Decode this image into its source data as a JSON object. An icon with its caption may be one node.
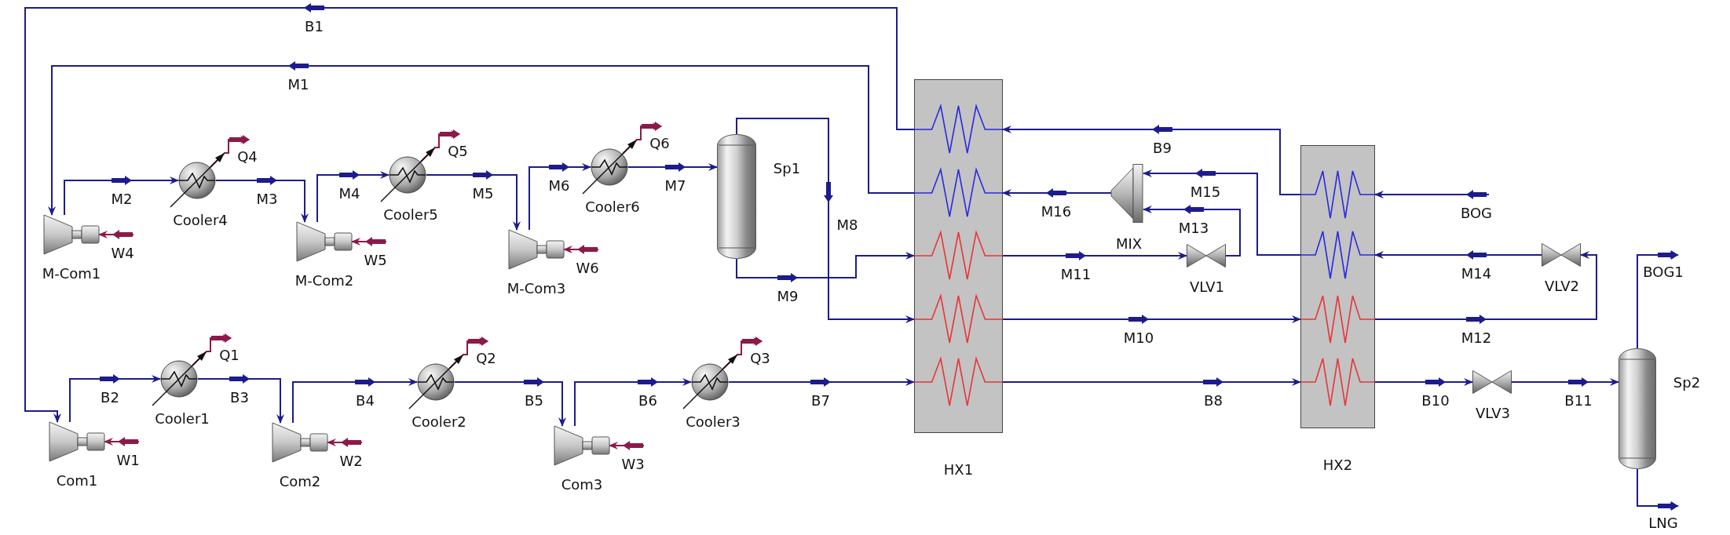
{
  "diagram": {
    "nodes": [
      {
        "text": [
          "M-Com1"
        ]
      },
      {
        "text": [
          "Cooler4"
        ]
      },
      {
        "text": [
          "M-Com2"
        ]
      },
      {
        "text": [
          "Cooler5"
        ]
      },
      {
        "text": [
          "M-Com3"
        ]
      },
      {
        "text": [
          "Cooler6"
        ]
      },
      {
        "text": [
          "Sp1"
        ]
      },
      {
        "text": [
          "HX1"
        ]
      },
      {
        "text": [
          "MIX"
        ]
      },
      {
        "text": [
          "VLV1"
        ]
      },
      {
        "text": [
          "HX2"
        ]
      },
      {
        "text": [
          "VLV2"
        ]
      },
      {
        "text": [
          "Sp2"
        ]
      },
      {
        "text": [
          "Com1"
        ]
      },
      {
        "text": [
          "Cooler1"
        ]
      },
      {
        "text": [
          "Com2"
        ]
      },
      {
        "text": [
          "Cooler2"
        ]
      },
      {
        "text": [
          "Com3"
        ]
      },
      {
        "text": [
          "Cooler3"
        ]
      },
      {
        "text": [
          "VLV3"
        ]
      }
    ],
    "edges": [
      {
        "from": 7,
        "to": 13,
        "arrow": "to",
        "label": "B1"
      },
      {
        "from": 7,
        "to": 0,
        "arrow": "to",
        "label": "M1"
      },
      {
        "from": 0,
        "to": 1,
        "arrow": "to",
        "label": "M2"
      },
      {
        "from": 1,
        "to": 2,
        "arrow": "to",
        "label": "M3"
      },
      {
        "from": 2,
        "to": 3,
        "arrow": "to",
        "label": "M4"
      },
      {
        "from": 3,
        "to": 4,
        "arrow": "to",
        "label": "M5"
      },
      {
        "from": 4,
        "to": 5,
        "arrow": "to",
        "label": "M6"
      },
      {
        "from": 5,
        "to": 6,
        "arrow": "to",
        "label": "M7"
      },
      {
        "from": 6,
        "to": 7,
        "arrow": "to",
        "label": "M8"
      },
      {
        "from": 6,
        "to": 7,
        "arrow": "to",
        "label": "M9"
      },
      {
        "from": 7,
        "to": 10,
        "arrow": "to",
        "label": "M10"
      },
      {
        "from": 7,
        "to": 9,
        "arrow": "to",
        "label": "M11"
      },
      {
        "from": 9,
        "to": 8,
        "arrow": "to",
        "label": "M13"
      },
      {
        "from": 10,
        "to": 8,
        "arrow": "to",
        "label": "M15"
      },
      {
        "from": 8,
        "to": 7,
        "arrow": "to",
        "label": "M16"
      },
      {
        "from": 10,
        "to": 7,
        "arrow": "to",
        "label": "B9"
      },
      {
        "from": null,
        "to": 10,
        "arrow": "to",
        "label": "BOG"
      },
      {
        "from": 11,
        "to": 10,
        "arrow": "to",
        "label": "M14"
      },
      {
        "from": 10,
        "to": 11,
        "arrow": "to",
        "label": "M12"
      },
      {
        "from": 13,
        "to": 14,
        "arrow": "to",
        "label": "B2"
      },
      {
        "from": 14,
        "to": 15,
        "arrow": "to",
        "label": "B3"
      },
      {
        "from": 15,
        "to": 16,
        "arrow": "to",
        "label": "B4"
      },
      {
        "from": 16,
        "to": 17,
        "arrow": "to",
        "label": "B5"
      },
      {
        "from": 17,
        "to": 18,
        "arrow": "to",
        "label": "B6"
      },
      {
        "from": 18,
        "to": 7,
        "arrow": "to",
        "label": "B7"
      },
      {
        "from": 7,
        "to": 10,
        "arrow": "to",
        "label": "B8"
      },
      {
        "from": 10,
        "to": 19,
        "arrow": "to",
        "label": "B10"
      },
      {
        "from": 19,
        "to": 12,
        "arrow": "to",
        "label": "B11"
      },
      {
        "from": 12,
        "to": null,
        "arrow": "to",
        "label": "BOG1"
      },
      {
        "from": 12,
        "to": null,
        "arrow": "to",
        "label": "LNG"
      },
      {
        "from": null,
        "to": 0,
        "arrow": "to",
        "label": "W4",
        "color": "#8b1a4a"
      },
      {
        "from": null,
        "to": 2,
        "arrow": "to",
        "label": "W5",
        "color": "#8b1a4a"
      },
      {
        "from": null,
        "to": 4,
        "arrow": "to",
        "label": "W6",
        "color": "#8b1a4a"
      },
      {
        "from": null,
        "to": 13,
        "arrow": "to",
        "label": "W1",
        "color": "#8b1a4a"
      },
      {
        "from": null,
        "to": 15,
        "arrow": "to",
        "label": "W2",
        "color": "#8b1a4a"
      },
      {
        "from": null,
        "to": 17,
        "arrow": "to",
        "label": "W3",
        "color": "#8b1a4a"
      },
      {
        "from": 1,
        "to": null,
        "arrow": "to",
        "label": "Q4",
        "color": "#8b1a4a"
      },
      {
        "from": 3,
        "to": null,
        "arrow": "to",
        "label": "Q5",
        "color": "#8b1a4a"
      },
      {
        "from": 5,
        "to": null,
        "arrow": "to",
        "label": "Q6",
        "color": "#8b1a4a"
      },
      {
        "from": 14,
        "to": null,
        "arrow": "to",
        "label": "Q1",
        "color": "#8b1a4a"
      },
      {
        "from": 16,
        "to": null,
        "arrow": "to",
        "label": "Q2",
        "color": "#8b1a4a"
      },
      {
        "from": 18,
        "to": null,
        "arrow": "to",
        "label": "Q3",
        "color": "#8b1a4a"
      }
    ]
  }
}
